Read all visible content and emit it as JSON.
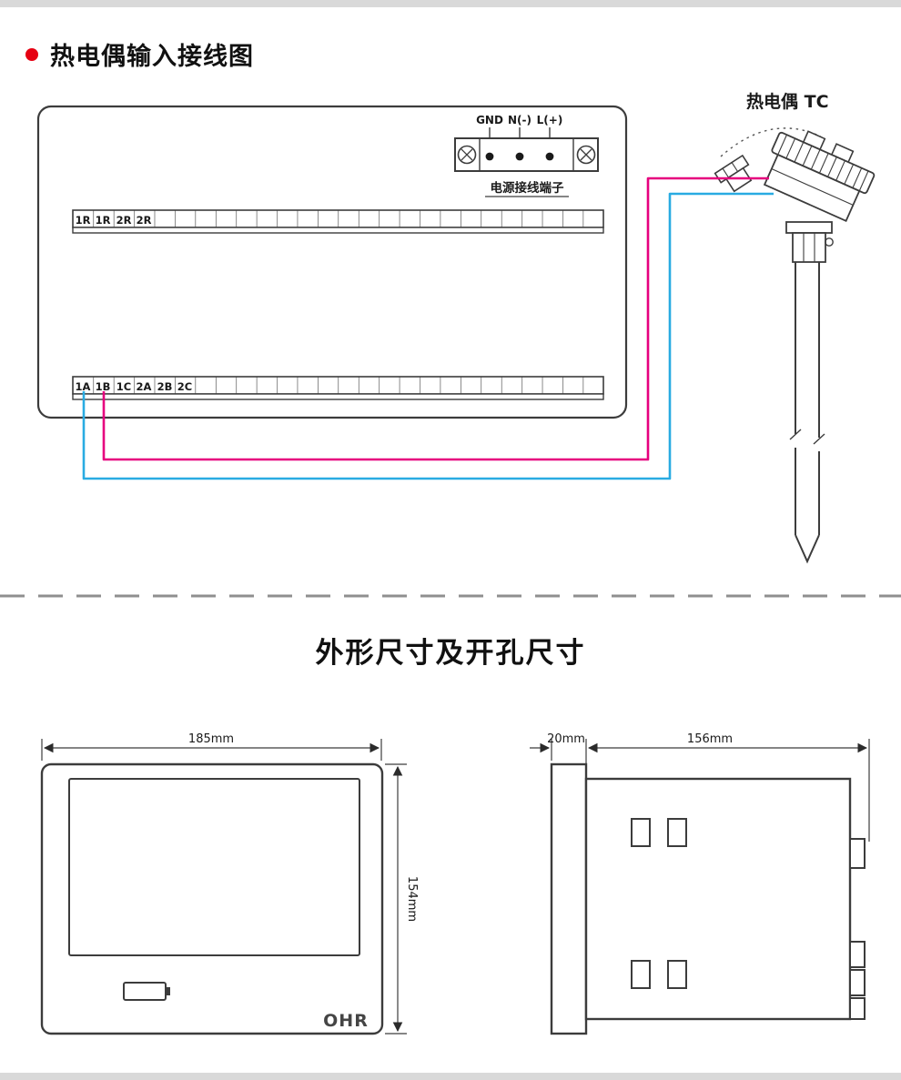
{
  "page": {
    "accent_red": "#e60012",
    "edge_bar_color": "#d9d9d9"
  },
  "section_wiring": {
    "title": "热电偶输入接线图",
    "power_block": {
      "labels": [
        "GND",
        "N(-)",
        "L(+)"
      ],
      "caption": "电源接线端子"
    },
    "top_strip": [
      "1R",
      "1R",
      "2R",
      "2R"
    ],
    "bottom_strip": [
      "1A",
      "1B",
      "1C",
      "2A",
      "2B",
      "2C"
    ],
    "sensor": {
      "label": "热电偶 TC"
    },
    "wires": {
      "positive": "#e6007e",
      "negative": "#29abe2"
    }
  },
  "section_dimensions": {
    "title": "外形尺寸及开孔尺寸",
    "front_view": {
      "width_label": "185mm",
      "height_label": "154mm",
      "logo": "OHR"
    },
    "side_view": {
      "bezel_label": "20mm",
      "depth_label": "156mm"
    }
  }
}
